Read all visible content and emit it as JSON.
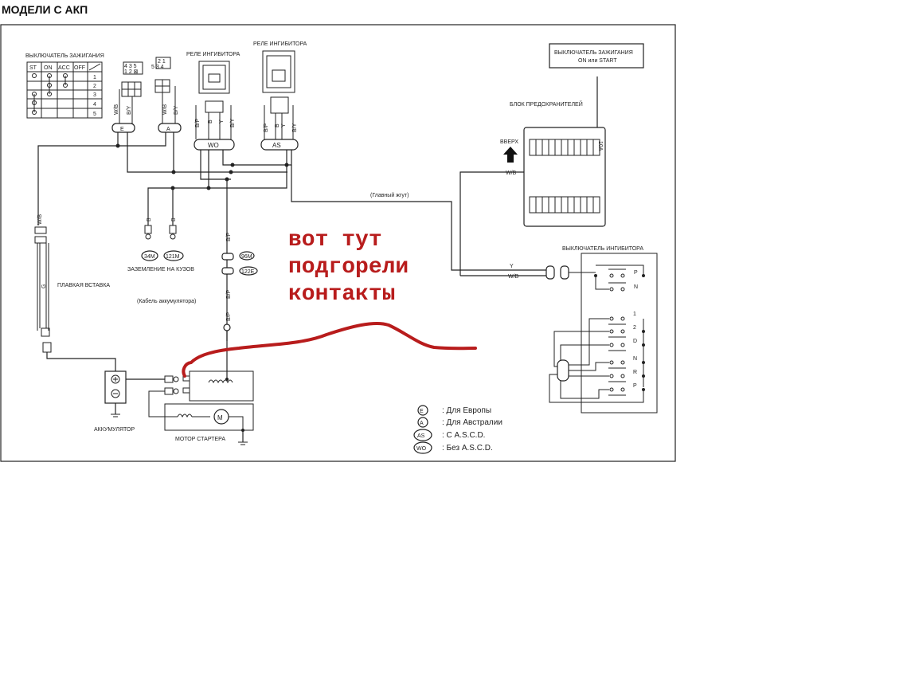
{
  "title": "МОДЕЛИ С АКП",
  "components": {
    "ignition_switch": {
      "label": "ВЫКЛЮЧАТЕЛЬ ЗАЖИГАНИЯ",
      "columns": [
        "ST",
        "ON",
        "ACC",
        "OFF"
      ],
      "rows": [
        "1",
        "2",
        "3",
        "4",
        "5"
      ]
    },
    "connector_a": {
      "pins_top": "4 3 5",
      "pins_bottom": "1 2 ⊠"
    },
    "connector_b": {
      "pins_top": "2 1",
      "pins_bottom": "5 3 4"
    },
    "relay_wo": {
      "label": "РЕЛЕ ИНГИБИТОРА",
      "tag": "WO",
      "wires": [
        "B/P",
        "B",
        "Y",
        "B/Y"
      ]
    },
    "relay_as": {
      "label": "РЕЛЕ ИНГИБИТОРА",
      "tag": "AS",
      "wires": [
        "B/P",
        "B",
        "Y",
        "B/Y"
      ]
    },
    "connector_e": {
      "tag": "E",
      "wires": [
        "W/B",
        "B/Y"
      ]
    },
    "connector_aus": {
      "tag": "A",
      "wires": [
        "W/B",
        "B/Y"
      ]
    },
    "ignition_on_start": {
      "line1": "ВЫКЛЮЧАТЕЛЬ ЗАЖИГАНИЯ",
      "line2": "ON или START"
    },
    "fuse_block": {
      "label": "БЛОК ПРЕДОХРАНИТЕЛЕЙ",
      "fuse_rating": "10A",
      "up_label": "ВВЕРХ",
      "wire": "W/B"
    },
    "main_harness": {
      "label": "(Главный жгут)"
    },
    "grounds": {
      "labels": [
        "34M",
        "121M"
      ],
      "caption": "ЗАЗЕМЛЕНИЕ НА КУЗОВ",
      "wire": "B"
    },
    "battery_cable": {
      "label": "(Кабель аккумулятора)",
      "wire": "B/P",
      "connectors": [
        "96M",
        "122E"
      ]
    },
    "fusible_link": {
      "label": "ПЛАВКАЯ ВСТАВКА",
      "wire_top": "W/B",
      "wire": "G"
    },
    "battery": {
      "label": "АККУМУЛЯТОР"
    },
    "starter_motor": {
      "label": "МОТОР СТАРТЕРА",
      "motor_symbol": "M"
    },
    "inhibitor_switch": {
      "label": "ВЫКЛЮЧАТЕЛЬ ИНГИБИТОРА",
      "upper_positions": [
        "P",
        "N"
      ],
      "lower_positions": [
        "1",
        "2",
        "D",
        "N",
        "R",
        "P"
      ],
      "wires": [
        "Y",
        "W/B"
      ]
    }
  },
  "legend": [
    {
      "symbol": "E",
      "text": ": Для Европы"
    },
    {
      "symbol": "A",
      "text": ": Для Австралии"
    },
    {
      "symbol": "AS",
      "text": ": С A.S.C.D."
    },
    {
      "symbol": "WO",
      "text": ": Без A.S.C.D."
    }
  ],
  "annotation": {
    "lines": [
      "вот тут",
      "подгорели",
      "контакты"
    ],
    "color": "#b81c1c"
  }
}
